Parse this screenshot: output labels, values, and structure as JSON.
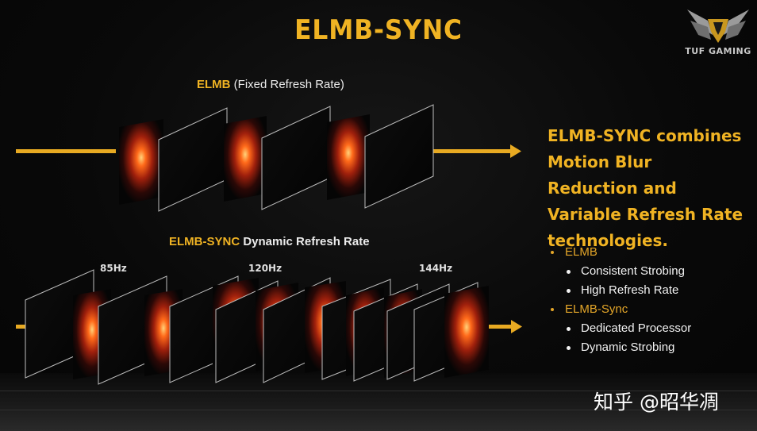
{
  "title": "ELMB-SYNC",
  "logo": {
    "text": "TUF GAMING",
    "icon": "tuf-gaming-logo"
  },
  "fixed_row": {
    "label_highlight": "ELMB",
    "label_rest": " (Fixed Refresh Rate)"
  },
  "dynamic_row": {
    "label_highlight": "ELMB-SYNC",
    "label_rest": " Dynamic Refresh Rate"
  },
  "rates": [
    "85Hz",
    "120Hz",
    "144Hz"
  ],
  "headline": "ELMB-SYNC combines Motion Blur Reduction and Variable Refresh Rate technologies.",
  "features": [
    {
      "name": "ELMB",
      "items": [
        "Consistent Strobing",
        "High Refresh Rate"
      ]
    },
    {
      "name": "ELMB-Sync",
      "items": [
        "Dedicated Processor",
        "Dynamic Strobing"
      ]
    }
  ],
  "watermark": "知乎 @昭华凋",
  "colors": {
    "accent": "#f0b323",
    "background": "#090909",
    "frame_border": "#bdbdbd"
  }
}
